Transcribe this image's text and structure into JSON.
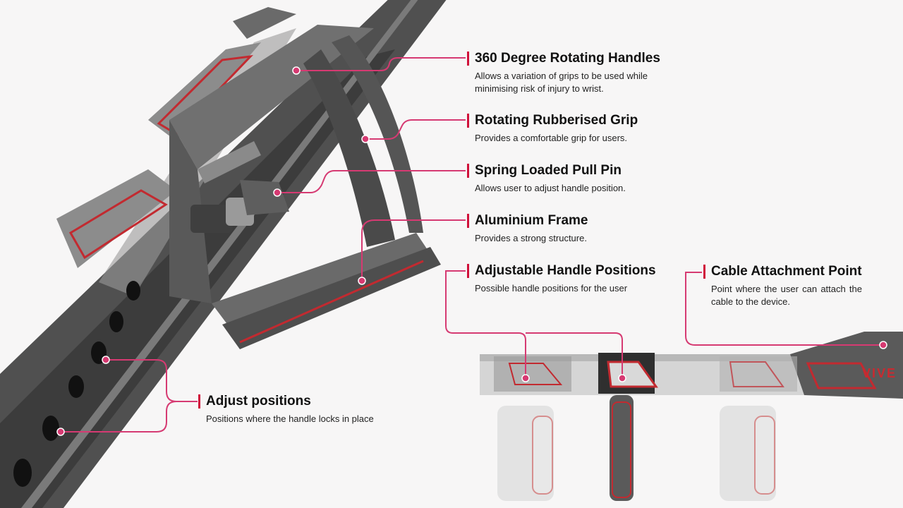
{
  "callouts": [
    {
      "title": "360 Degree Rotating Handles",
      "description": "Allows a variation of grips to be used while minimising risk of injury to wrist."
    },
    {
      "title": "Rotating Rubberised Grip",
      "description": "Provides a comfortable grip for users."
    },
    {
      "title": "Spring Loaded Pull Pin",
      "description": "Allows user to adjust handle position."
    },
    {
      "title": "Aluminium Frame",
      "description": "Provides a strong structure."
    },
    {
      "title": "Adjustable Handle Positions",
      "description": "Possible handle positions for the user"
    },
    {
      "title": "Cable Attachment Point",
      "description": "Point where the user can attach the cable to the device."
    },
    {
      "title": "Adjust positions",
      "description": "Positions where the handle locks in place"
    }
  ],
  "brand_mark": "VIVE",
  "colors": {
    "accent": "#d0103a",
    "connector": "#d63a72",
    "metal_dark": "#4a4a4a",
    "metal_light": "#c8c8c8",
    "background": "#f7f6f6"
  }
}
